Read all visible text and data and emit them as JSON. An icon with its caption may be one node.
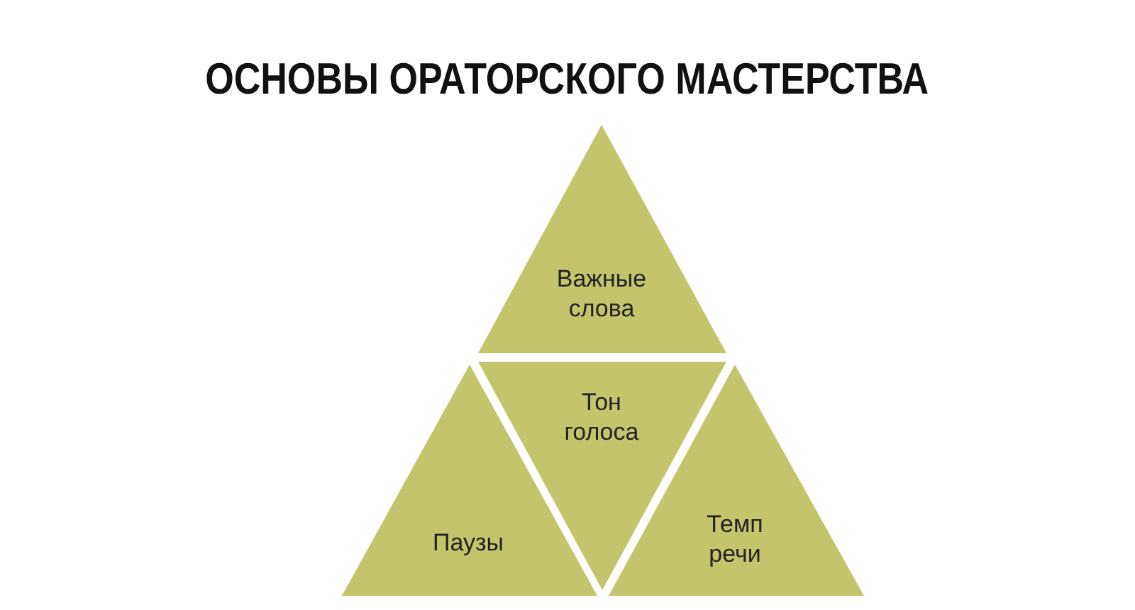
{
  "diagram": {
    "title": "ОСНОВЫ ОРАТОРСКОГО МАСТЕРСТВА",
    "nodes": [
      {
        "text": [
          "Важные слова"
        ]
      },
      {
        "text": [
          "Тон голоса"
        ]
      },
      {
        "text": [
          "Паузы"
        ]
      },
      {
        "text": [
          "Темп речи"
        ]
      }
    ]
  }
}
